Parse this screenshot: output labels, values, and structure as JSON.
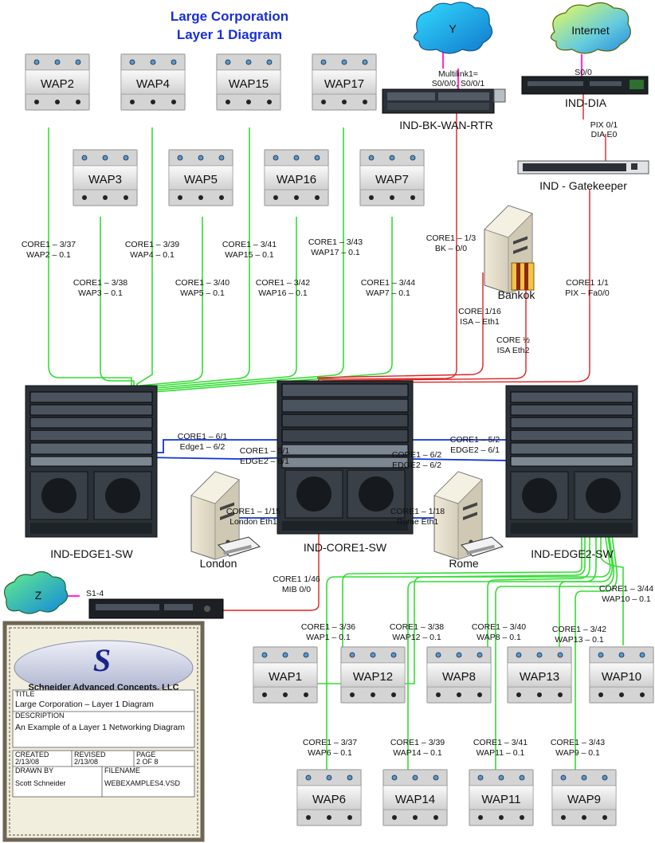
{
  "title": {
    "line1": "Large Corporation",
    "line2": "Layer 1 Diagram"
  },
  "clouds": {
    "y": "Y",
    "internet": "Internet",
    "z": "Z"
  },
  "devices": {
    "bk_wan_rtr": "IND-BK-WAN-RTR",
    "dia": "IND-DIA",
    "gatekeeper": "IND - Gatekeeper",
    "edge1": "IND-EDGE1-SW",
    "core1": "IND-CORE1-SW",
    "edge2": "IND-EDGE2-SW",
    "bankok": "Bankok",
    "london": "London",
    "rome": "Rome"
  },
  "waps_top": [
    "WAP2",
    "WAP4",
    "WAP15",
    "WAP17",
    "WAP3",
    "WAP5",
    "WAP16",
    "WAP7"
  ],
  "waps_bottom": [
    "WAP1",
    "WAP12",
    "WAP8",
    "WAP13",
    "WAP10",
    "WAP6",
    "WAP14",
    "WAP11",
    "WAP9"
  ],
  "links": {
    "multilink1": "Multilink1=",
    "multilink2": "S0/0/0, S0/0/1",
    "dia_s00": "S0/0",
    "pix01": "PIX 0/1",
    "diae0": "DIA E0",
    "s14": "S1-4",
    "wap2_1": "CORE1 – 3/37",
    "wap2_2": "WAP2 – 0.1",
    "wap4_1": "CORE1 – 3/39",
    "wap4_2": "WAP4 – 0.1",
    "wap15_1": "CORE1 – 3/41",
    "wap15_2": "WAP15 – 0.1",
    "wap17_1": "CORE1 – 3/43",
    "wap17_2": "WAP17 – 0.1",
    "wap3_1": "CORE1 – 3/38",
    "wap3_2": "WAP3 – 0.1",
    "wap5_1": "CORE1 – 3/40",
    "wap5_2": "WAP5 – 0.1",
    "wap16_1": "CORE1 – 3/42",
    "wap16_2": "WAP16 – 0.1",
    "wap7_1": "CORE1 – 3/44",
    "wap7_2": "WAP7 – 0.1",
    "bk_1": "CORE1 – 1/3",
    "bk_2": "BK – 0/0",
    "isa1_1": "CORE 1/16",
    "isa1_2": "ISA – Eth1",
    "isa2_1": "CORE ½",
    "isa2_2": "ISA Eth2",
    "pix_1": "CORE1 1/1",
    "pix_2": "PIX – Fa0/0",
    "edge1a_1": "CORE1 – 6/1",
    "edge1a_2": "Edge1 – 6/2",
    "edge1b_1": "CORE1 – 5/1",
    "edge1b_2": "EDGE2 – 6/1",
    "edge2a_1": "CORE1 – 5/2",
    "edge2a_2": "EDGE2 – 6/1",
    "edge2b_1": "CORE1 – 6/2",
    "edge2b_2": "EDGE2 – 6/2",
    "london_1": "CORE1 – 1/15",
    "london_2": "London Eth1",
    "rome_1": "CORE1 – 1/18",
    "rome_2": "Rome Eth1",
    "mib_1": "CORE1 1/46",
    "mib_2": "MIB 0/0",
    "wap10_1": "CORE1 – 3/44",
    "wap10_2": "WAP10 – 0.1",
    "wap1_1": "CORE1 – 3/36",
    "wap1_2": "WAP1 – 0.1",
    "wap12_1": "CORE1 – 3/38",
    "wap12_2": "WAP12 – 0.1",
    "wap8_1": "CORE1 – 3/40",
    "wap8_2": "WAP8 – 0.1",
    "wap13_1": "CORE1 – 3/42",
    "wap13_2": "WAP13 – 0.1",
    "wap6_1": "CORE1 – 3/37",
    "wap6_2": "WAP6 – 0.1",
    "wap14_1": "CORE1 – 3/39",
    "wap14_2": "WAP14 – 0.1",
    "wap11_1": "CORE1 – 3/41",
    "wap11_2": "WAP11 – 0.1",
    "wap9_1": "CORE1 – 3/43",
    "wap9_2": "WAP9 – 0.1"
  },
  "title_block": {
    "company": "Schneider Advanced Concepts, LLC",
    "logo_letter": "S",
    "title_label": "TITLE",
    "title_value": "Large Corporation – Layer 1 Diagram",
    "desc_label": "DESCRIPTION",
    "desc_value": "An Example of a Layer 1 Networking Diagram",
    "created_label": "CREATED",
    "created_value": "2/13/08",
    "revised_label": "REVISED",
    "revised_value": "2/13/08",
    "page_label": "PAGE",
    "page_value": "2 OF 8",
    "drawn_label": "DRAWN BY",
    "drawn_value": "Scott Schneider",
    "file_label": "FILENAME",
    "file_value": "WEBEXAMPLES4.VSD"
  },
  "colors": {
    "green": "#33dd33",
    "red": "#dd2222",
    "blue": "#1133dd",
    "magenta": "#ff33cc",
    "title_blue": "#1a2fd6"
  }
}
